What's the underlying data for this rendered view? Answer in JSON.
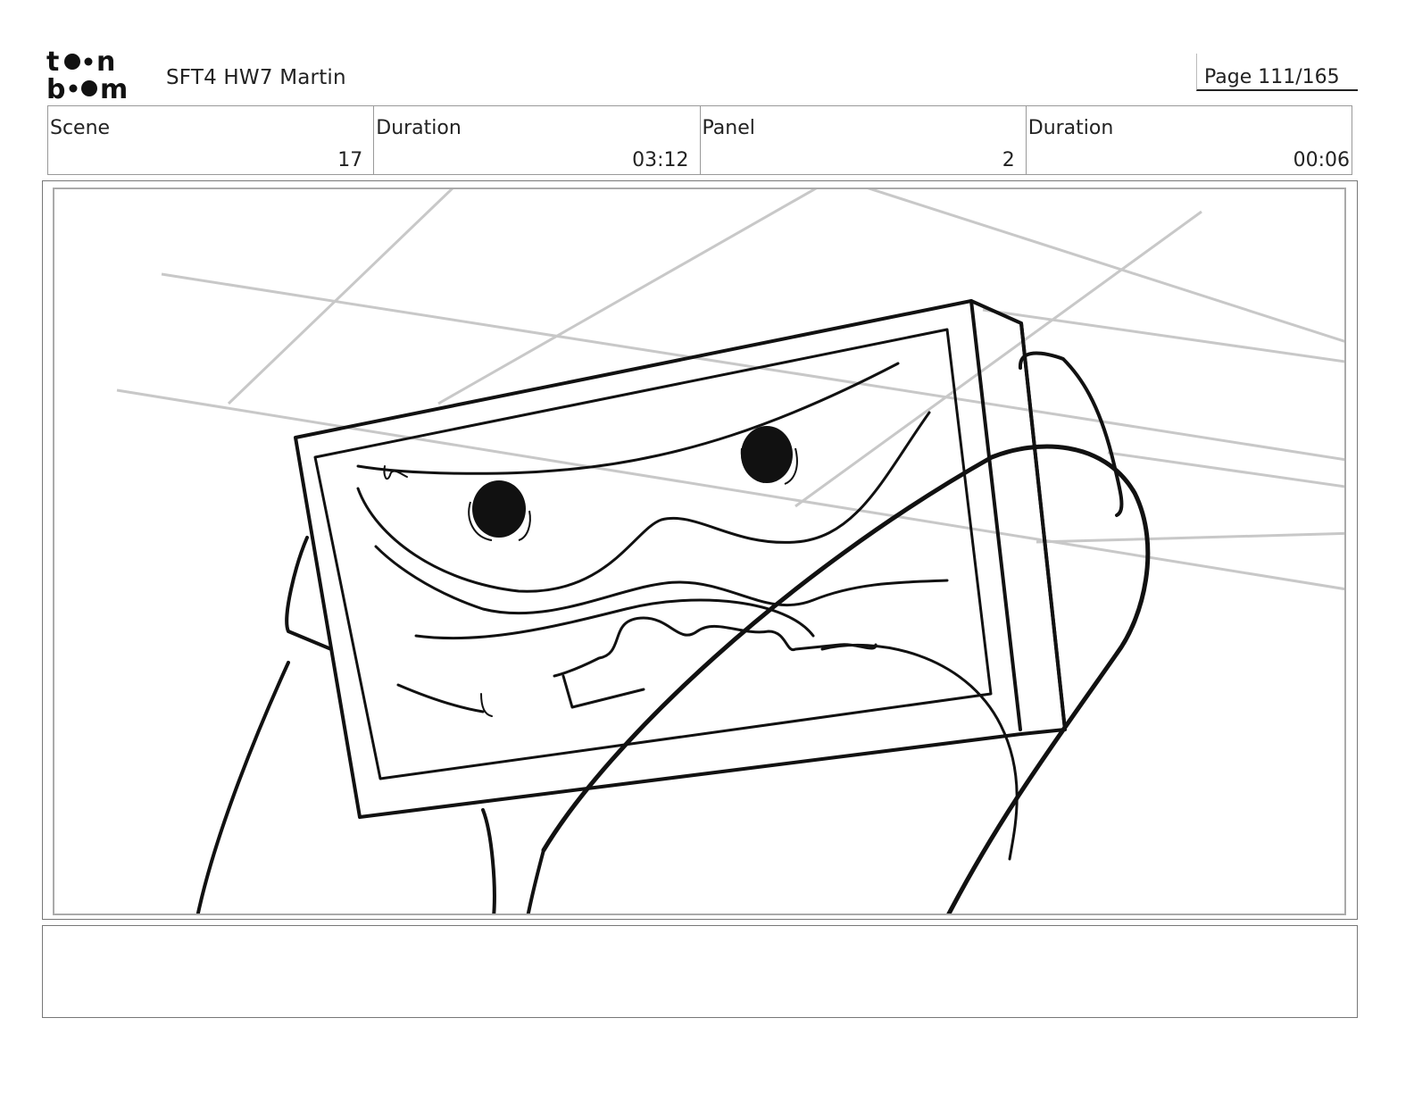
{
  "header": {
    "logo_text_top": "toon",
    "logo_text_bottom": "boom",
    "project_title": "SFT4 HW7 Martin",
    "page_number": "Page 111/165"
  },
  "info": {
    "scene_label": "Scene",
    "scene_value": "17",
    "scene_duration_label": "Duration",
    "scene_duration_value": "03:12",
    "panel_label": "Panel",
    "panel_value": "2",
    "panel_duration_label": "Duration",
    "panel_duration_value": "00:06"
  },
  "notes": {
    "text": ""
  },
  "colors": {
    "ink": "#111111",
    "guide_lines": "#c8c8c8",
    "border": "#999999"
  }
}
